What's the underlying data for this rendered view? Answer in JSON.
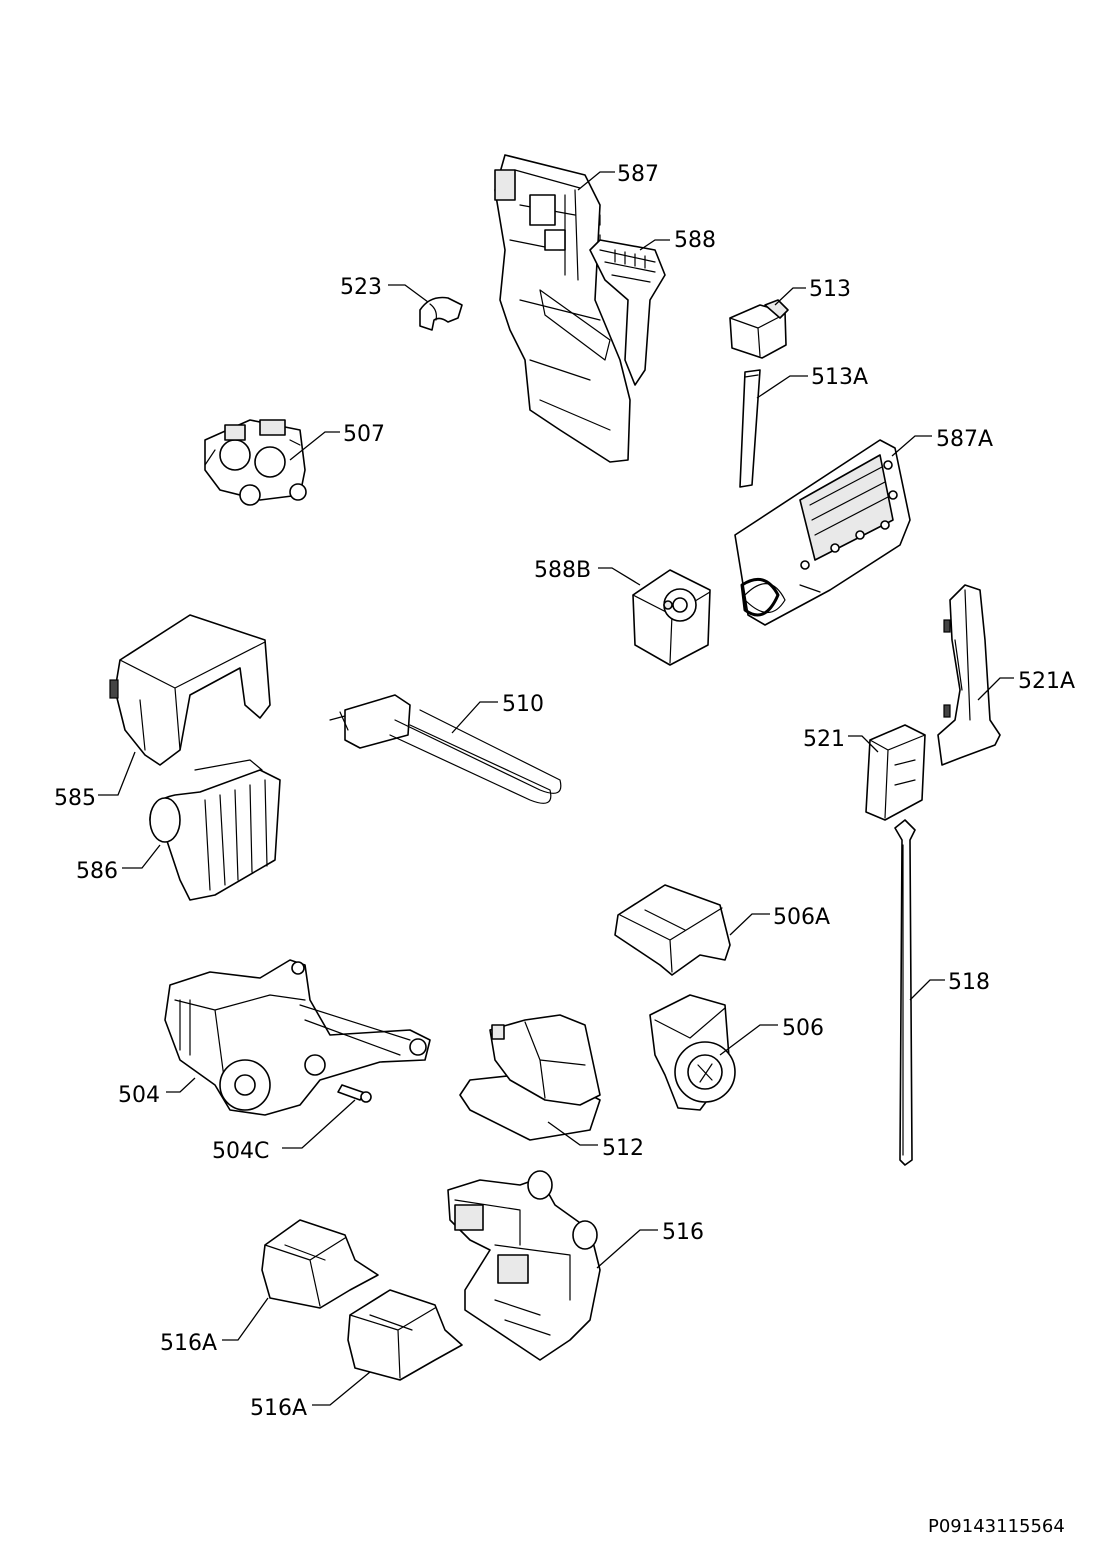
{
  "labels": {
    "p587": "587",
    "p588": "588",
    "p523": "523",
    "p513": "513",
    "p513A": "513A",
    "p507": "507",
    "p587A": "587A",
    "p588B": "588B",
    "p510": "510",
    "p521A": "521A",
    "p521": "521",
    "p585": "585",
    "p586": "586",
    "p506A": "506A",
    "p518": "518",
    "p506": "506",
    "p504": "504",
    "p512": "512",
    "p504C": "504C",
    "p516": "516",
    "p516A_1": "516A",
    "p516A_2": "516A"
  },
  "document_number": "P09143115564"
}
